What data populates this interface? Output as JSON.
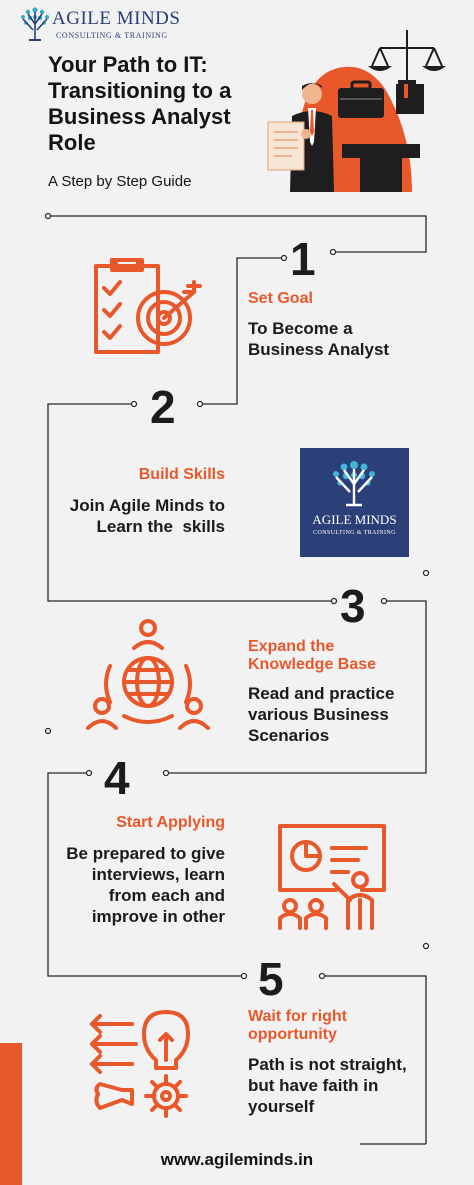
{
  "brand": {
    "name": "AGILE MINDS",
    "tagline": "CONSULTING & TRAINING"
  },
  "header": {
    "title_lines": [
      "Your Path to IT:",
      "Transitioning to a",
      "Business Analyst",
      "Role"
    ],
    "subtitle": "A Step by Step Guide"
  },
  "steps": [
    {
      "number": "1",
      "title": "Set Goal",
      "body_lines": [
        "To Become a",
        "Business Analyst"
      ],
      "icon": "target-checklist-icon"
    },
    {
      "number": "2",
      "title": "Build Skills",
      "body_lines": [
        "Join Agile Minds to",
        "Learn the  skills"
      ],
      "icon": "agile-minds-logo"
    },
    {
      "number": "3",
      "title_lines": [
        "Expand the",
        "Knowledge Base"
      ],
      "body_lines": [
        "Read and practice",
        "various Business",
        "Scenarios"
      ],
      "icon": "global-network-icon"
    },
    {
      "number": "4",
      "title": "Start Applying",
      "body_lines": [
        "Be prepared to give",
        "interviews, learn",
        "from each and",
        "improve in other"
      ],
      "icon": "presentation-icon"
    },
    {
      "number": "5",
      "title_lines": [
        "Wait for right",
        "opportunity"
      ],
      "body_lines": [
        "Path is not straight,",
        "but have faith in",
        "yourself"
      ],
      "icon": "idea-gear-icon"
    }
  ],
  "footer": {
    "url": "www.agileminds.in"
  },
  "colors": {
    "accent": "#e9582b",
    "brand_navy": "#2b3f78",
    "background": "#f2f2f2",
    "text": "#141414"
  }
}
